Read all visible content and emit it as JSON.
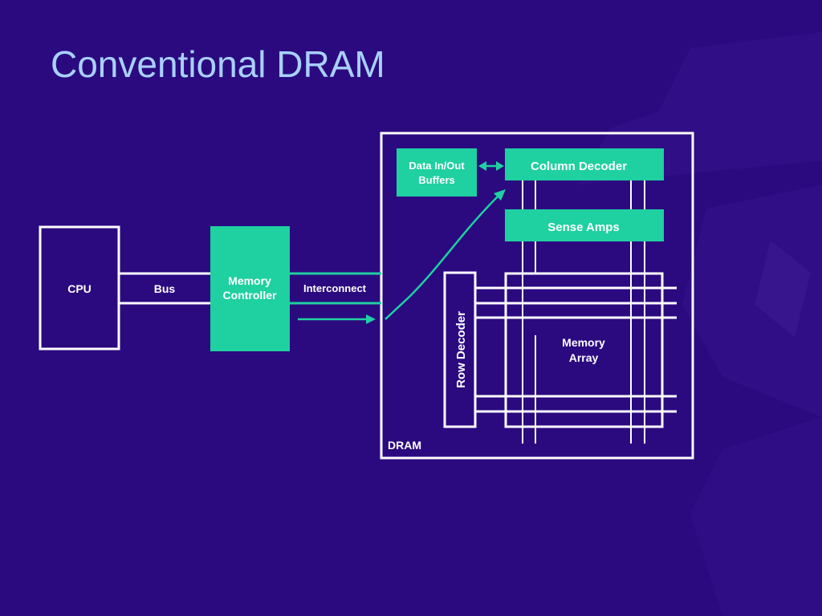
{
  "title": "Conventional DRAM",
  "colors": {
    "background": "#2b0a80",
    "title": "#a9d0ff",
    "accent": "#1fd0a0",
    "line": "#ffffff"
  },
  "diagram": {
    "cpu_label": "CPU",
    "bus_label": "Bus",
    "memory_controller_label": [
      "Memory",
      "Controller"
    ],
    "interconnect_label": "Interconnect",
    "dram_label": "DRAM",
    "data_buffers_label": [
      "Data In/Out",
      "Buffers"
    ],
    "column_decoder_label": "Column Decoder",
    "sense_amps_label": "Sense Amps",
    "row_decoder_label": "Row Decoder",
    "memory_array_label": [
      "Memory",
      "Array"
    ]
  }
}
